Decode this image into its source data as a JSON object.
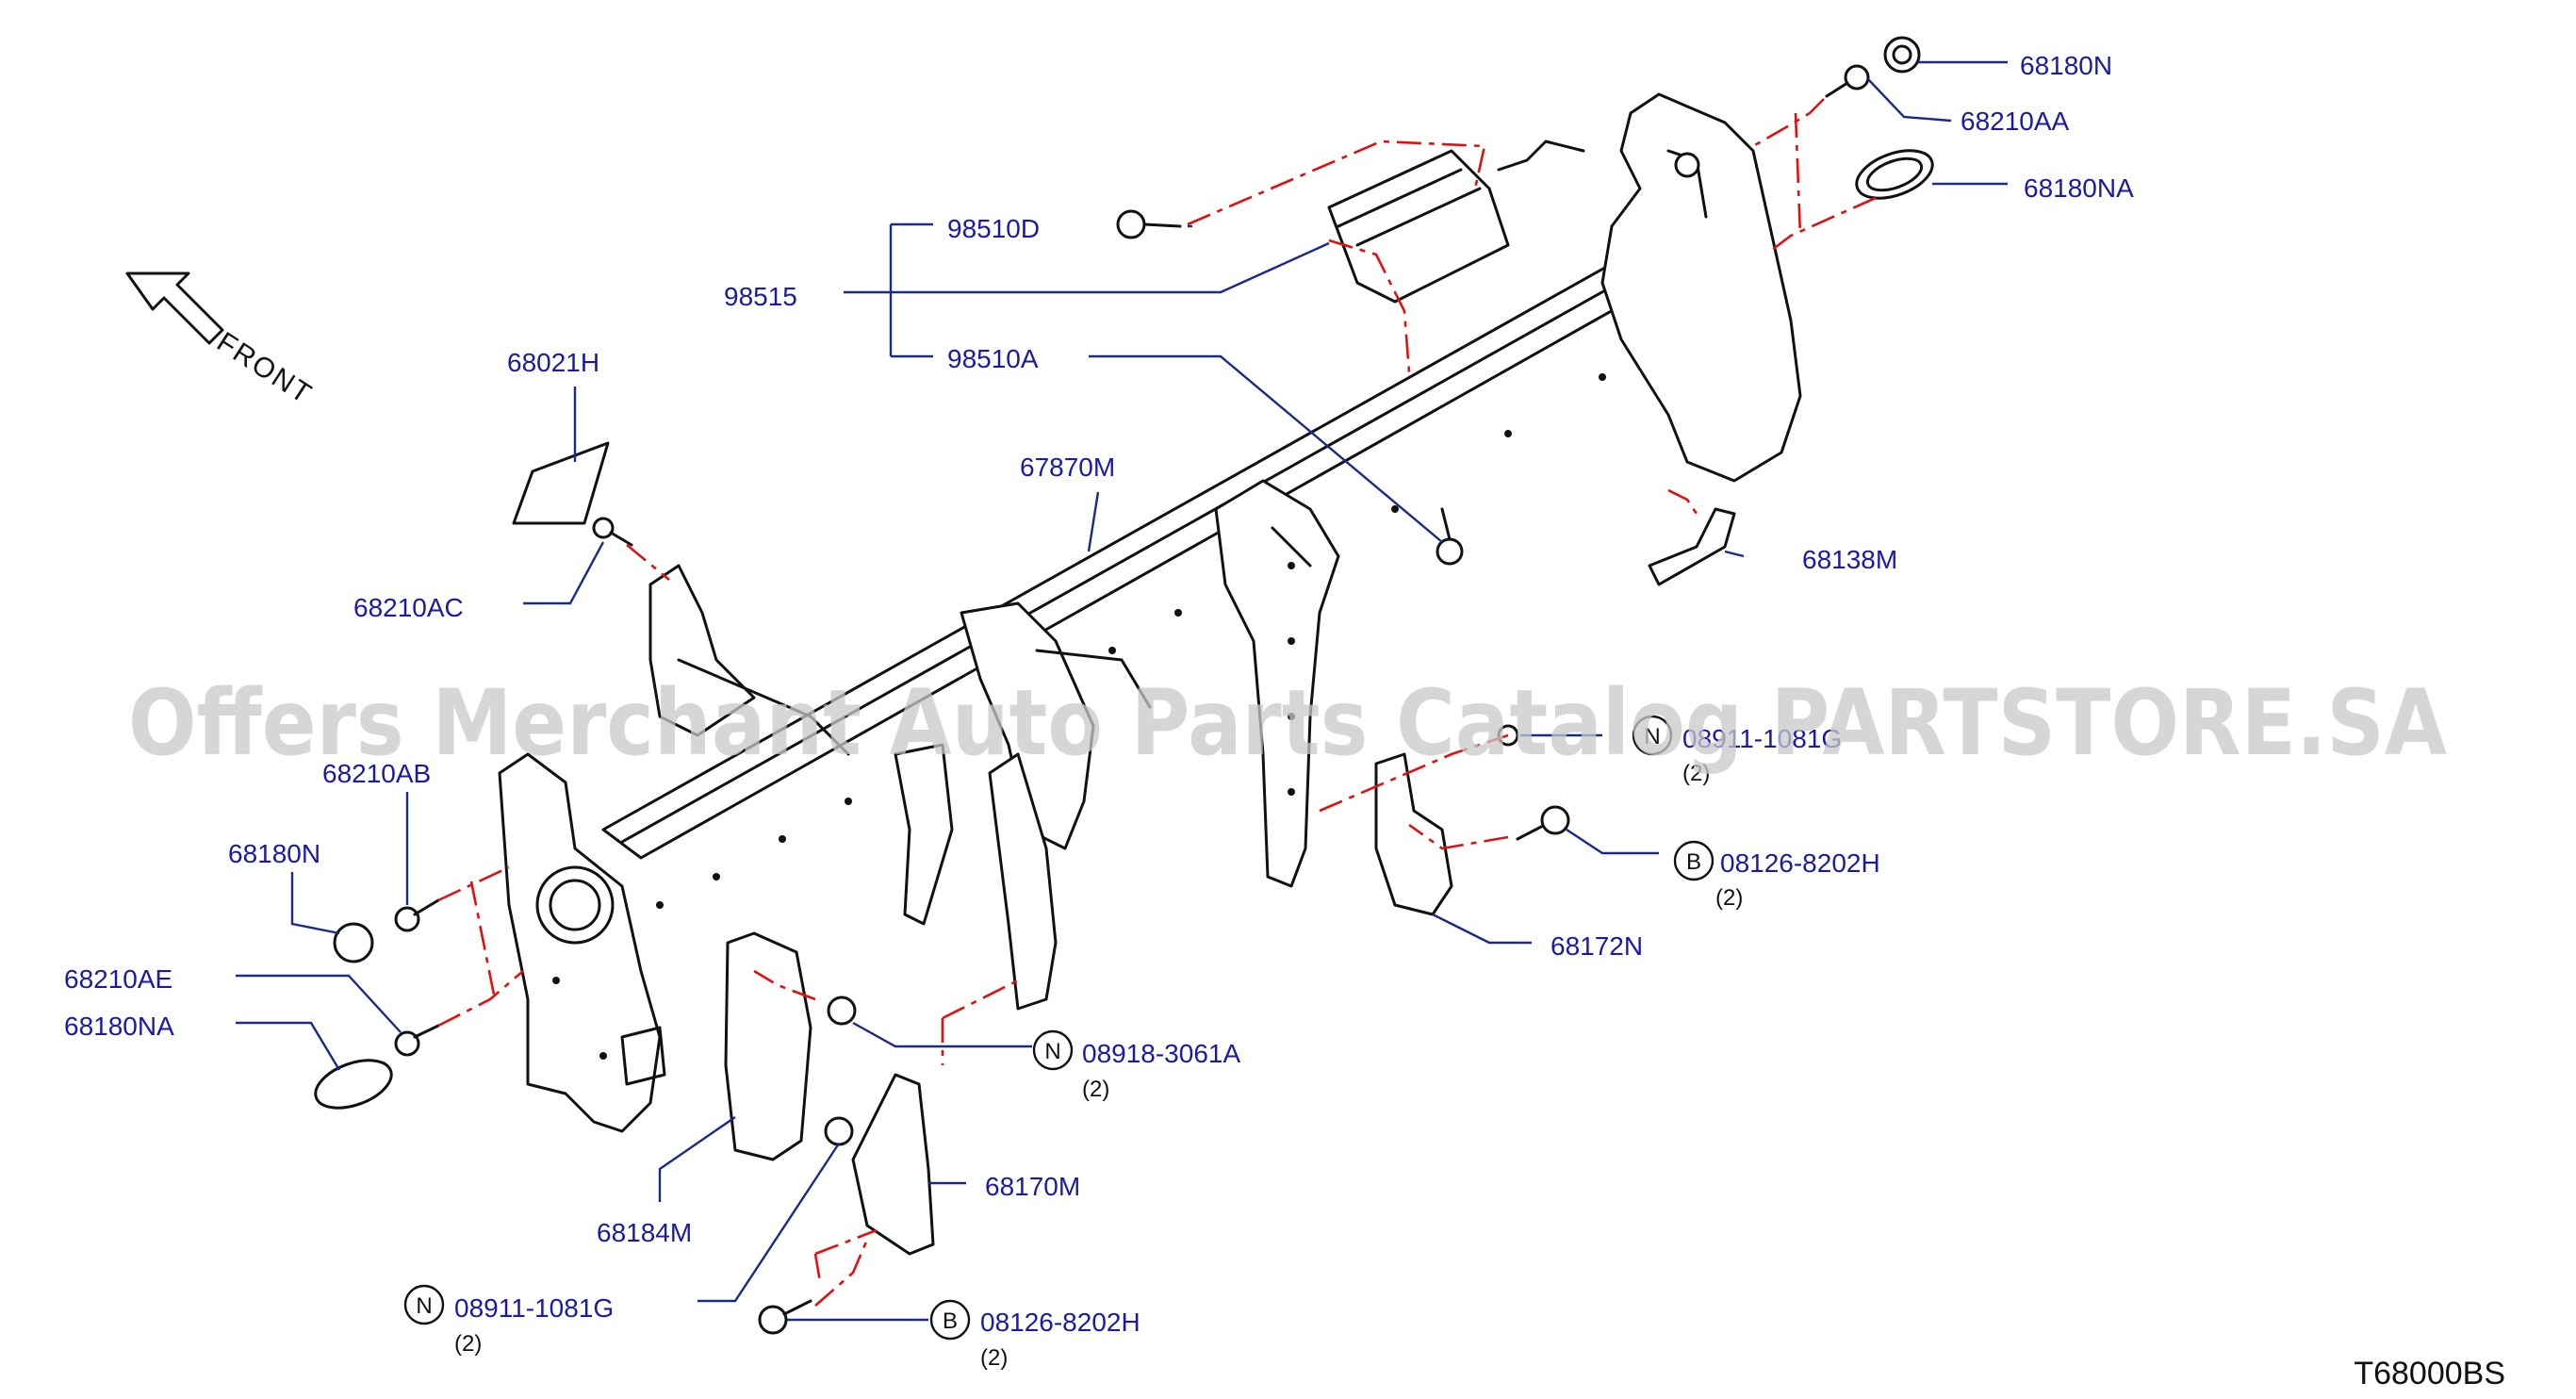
{
  "diagram": {
    "drawing_code": "T68000BS",
    "front_label": "FRONT",
    "watermark": "Offers Merchant Auto Parts Catalog PARTSTORE.SA",
    "colors": {
      "label": "#1a1aa6",
      "leader": "#1a2a8a",
      "dash": "#e01010",
      "watermark": "#c8c8c8"
    },
    "parts": {
      "p68180N_top": "68180N",
      "p68210AA": "68210AA",
      "p68180NA_top": "68180NA",
      "p98510D": "98510D",
      "p98515": "98515",
      "p98510A": "98510A",
      "p68021H": "68021H",
      "p67870M": "67870M",
      "p68210AC": "68210AC",
      "p68138M": "68138M",
      "p08911_top": "08911-1081G",
      "p08126_right": "08126-8202H",
      "p68172N": "68172N",
      "p68210AB": "68210AB",
      "p68180N_left": "68180N",
      "p68210AE": "68210AE",
      "p68180NA_left": "68180NA",
      "p08918": "08918-3061A",
      "p68170M": "68170M",
      "p68184M": "68184M",
      "p08911_bottom": "08911-1081G",
      "p08126_bottom": "08126-8202H"
    },
    "quantities": {
      "q08911_top": "(2)",
      "q08126_right": "(2)",
      "q08918": "(2)",
      "q08911_bottom": "(2)",
      "q08126_bottom": "(2)"
    },
    "symbols": {
      "n_top": "N",
      "b_right": "B",
      "n_mid": "N",
      "n_bottom": "N",
      "b_bottom": "B"
    }
  }
}
